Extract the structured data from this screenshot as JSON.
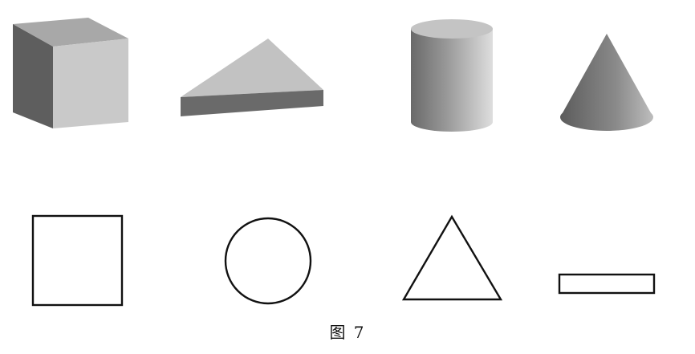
{
  "figure": {
    "caption": "图 7"
  },
  "solids": [
    {
      "name": "cube",
      "icon": "cube-icon"
    },
    {
      "name": "triangular-prism",
      "icon": "triangular-prism-icon"
    },
    {
      "name": "cylinder",
      "icon": "cylinder-icon"
    },
    {
      "name": "cone",
      "icon": "cone-icon"
    }
  ],
  "views": [
    {
      "name": "square",
      "icon": "square-outline-icon"
    },
    {
      "name": "circle",
      "icon": "circle-outline-icon"
    },
    {
      "name": "triangle",
      "icon": "triangle-outline-icon"
    },
    {
      "name": "rectangle",
      "icon": "rectangle-outline-icon"
    }
  ],
  "colors": {
    "light_face": "#c9c9c9",
    "mid_face": "#8f8f8f",
    "dark_face": "#5e5e5e",
    "outline": "#111111"
  }
}
